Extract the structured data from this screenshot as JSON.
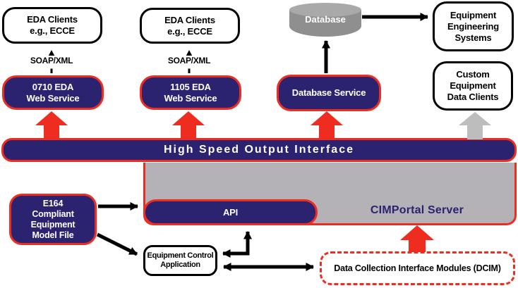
{
  "colors": {
    "navy": "#2B2270",
    "red": "#EE2D20",
    "gray-region": "#B4B2B6",
    "gray-arrow": "#BDBDBD",
    "cyl-body": "#8F8F8F",
    "cyl-top": "#A9A9A9"
  },
  "nodes": {
    "eda_clients_1": {
      "line1": "EDA Clients",
      "line2": "e.g., ECCE"
    },
    "eda_clients_2": {
      "line1": "EDA Clients",
      "line2": "e.g., ECCE"
    },
    "soap_xml_1": "SOAP/XML",
    "soap_xml_2": "SOAP/XML",
    "web_service_1": {
      "line1": "0710 EDA",
      "line2": "Web Service"
    },
    "web_service_2": {
      "line1": "1105 EDA",
      "line2": "Web Service"
    },
    "database": "Database",
    "equipment_engineering_systems": {
      "line1": "Equipment",
      "line2": "Engineering",
      "line3": "Systems"
    },
    "custom_equipment_data_clients": {
      "line1": "Custom",
      "line2": "Equipment",
      "line3": "Data Clients"
    },
    "database_service": "Database Service",
    "high_speed_output_interface": "High Speed Output Interface",
    "api": "API",
    "cimportal_server": "CIMPortal Server",
    "e164": {
      "line1": "E164",
      "line2": "Compliant",
      "line3": "Equipment",
      "line4": "Model File"
    },
    "equipment_control_application": {
      "line1": "Equipment Control",
      "line2": "Application"
    },
    "dcim": "Data Collection Interface Modules (DCIM)"
  }
}
